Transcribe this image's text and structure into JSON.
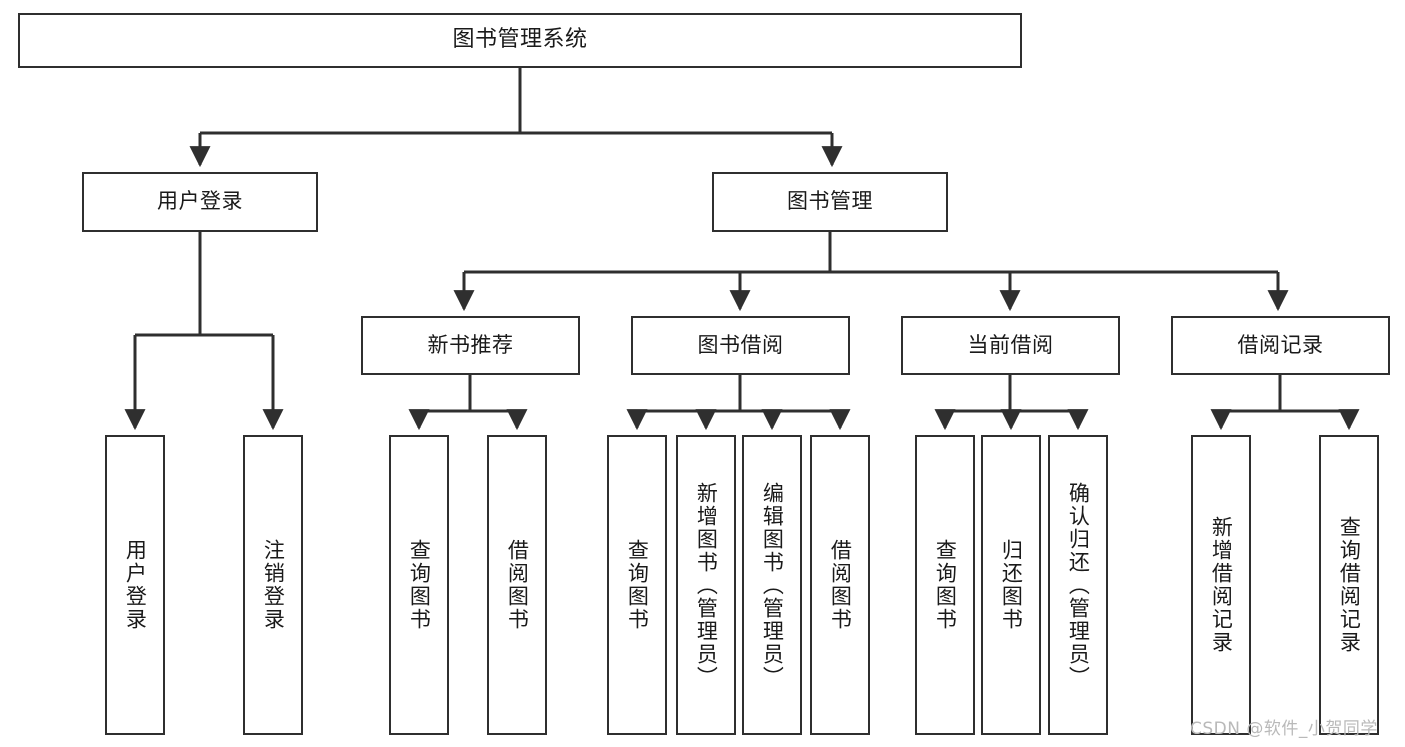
{
  "diagram": {
    "title": "图书管理系统",
    "watermark": "CSDN @软件_小贺同学",
    "colors": {
      "box_border": "#2f2f2f",
      "box_fill": "#ffffff",
      "connector": "#2f2f2f",
      "text": "#1a1a1a",
      "watermark": "#b9b9b9"
    },
    "root": {
      "label": "图书管理系统"
    },
    "level1": [
      {
        "label": "用户登录"
      },
      {
        "label": "图书管理"
      }
    ],
    "level2": [
      {
        "label": "新书推荐"
      },
      {
        "label": "图书借阅"
      },
      {
        "label": "当前借阅"
      },
      {
        "label": "借阅记录"
      }
    ],
    "leaves": {
      "user_login": [
        {
          "label": "用户登录"
        },
        {
          "label": "注销登录"
        }
      ],
      "new_book": [
        {
          "label": "查询图书"
        },
        {
          "label": "借阅图书"
        }
      ],
      "book_borrow": [
        {
          "label": "查询图书"
        },
        {
          "label": "新增图书（管理员）"
        },
        {
          "label": "编辑图书（管理员）"
        },
        {
          "label": "借阅图书"
        }
      ],
      "current_borrow": [
        {
          "label": "查询图书"
        },
        {
          "label": "归还图书"
        },
        {
          "label": "确认归还（管理员）"
        }
      ],
      "borrow_record": [
        {
          "label": "新增借阅记录"
        },
        {
          "label": "查询借阅记录"
        }
      ]
    }
  }
}
